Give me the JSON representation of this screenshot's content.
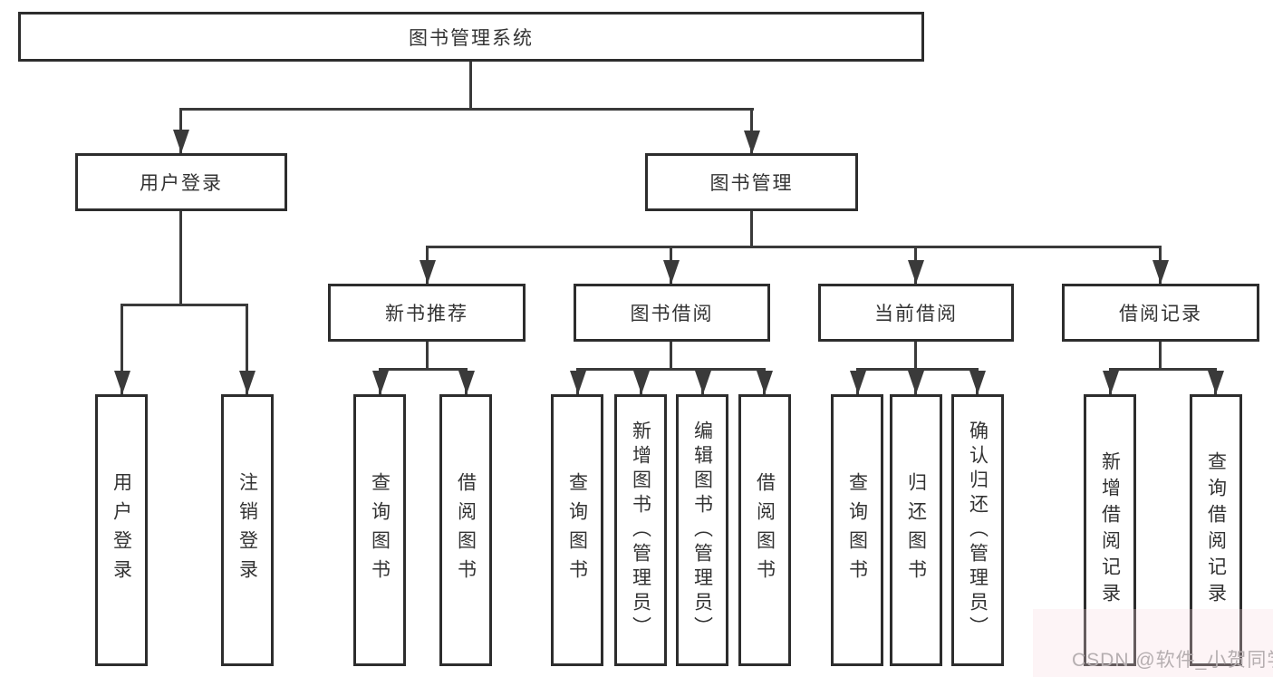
{
  "colors": {
    "line": "#3a3a3a",
    "border": "#2d2d2d",
    "fill": "#ffffff",
    "text": "#333333",
    "watermark_color": "#b5aeb0",
    "background": "#ffffff"
  },
  "root": {
    "label": "图书管理系统"
  },
  "branches": {
    "userLogin": {
      "label": "用户登录",
      "children": [
        {
          "label": "用户登录"
        },
        {
          "label": "注销登录"
        }
      ]
    },
    "bookMgmt": {
      "label": "图书管理",
      "sections": [
        {
          "label": "新书推荐",
          "children": [
            {
              "label": "查询图书"
            },
            {
              "label": "借阅图书"
            }
          ]
        },
        {
          "label": "图书借阅",
          "children": [
            {
              "label": "查询图书"
            },
            {
              "label": "新增图书（管理员）"
            },
            {
              "label": "编辑图书（管理员）"
            },
            {
              "label": "借阅图书"
            }
          ]
        },
        {
          "label": "当前借阅",
          "children": [
            {
              "label": "查询图书"
            },
            {
              "label": "归还图书"
            },
            {
              "label": "确认归还（管理员）"
            }
          ]
        },
        {
          "label": "借阅记录",
          "children": [
            {
              "label": "新增借阅记录"
            },
            {
              "label": "查询借阅记录"
            }
          ]
        }
      ]
    }
  },
  "watermark": {
    "text": "CSDN @软件_小贺同学"
  }
}
